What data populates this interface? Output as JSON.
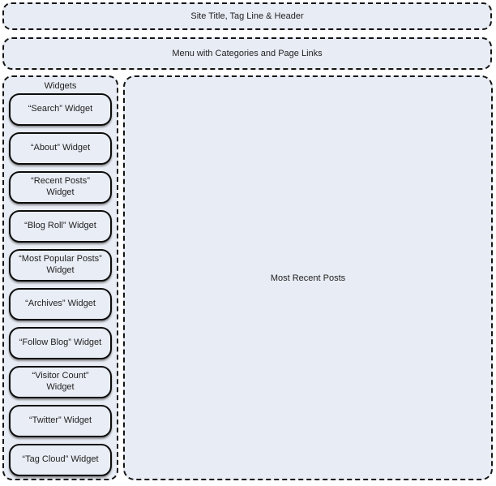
{
  "header": {
    "label": "Site Title, Tag Line & Header"
  },
  "menu": {
    "label": "Menu with Categories and Page Links"
  },
  "sidebar": {
    "title": "Widgets",
    "widgets": [
      {
        "label": "“Search” Widget"
      },
      {
        "label": "“About” Widget"
      },
      {
        "label": "“Recent Posts” Widget"
      },
      {
        "label": "“Blog Roll” Widget"
      },
      {
        "label": "“Most Popular Posts” Widget"
      },
      {
        "label": "“Archives” Widget"
      },
      {
        "label": "“Follow Blog” Widget"
      },
      {
        "label": "“Visitor Count” Widget"
      },
      {
        "label": "“Twitter” Widget"
      },
      {
        "label": "“Tag Cloud” Widget"
      }
    ]
  },
  "main": {
    "label": "Most Recent Posts"
  },
  "colors": {
    "fill": "#e8ecf4",
    "widget_fill": "#e9edf5",
    "border": "#141414",
    "text": "#1f1f1f"
  }
}
